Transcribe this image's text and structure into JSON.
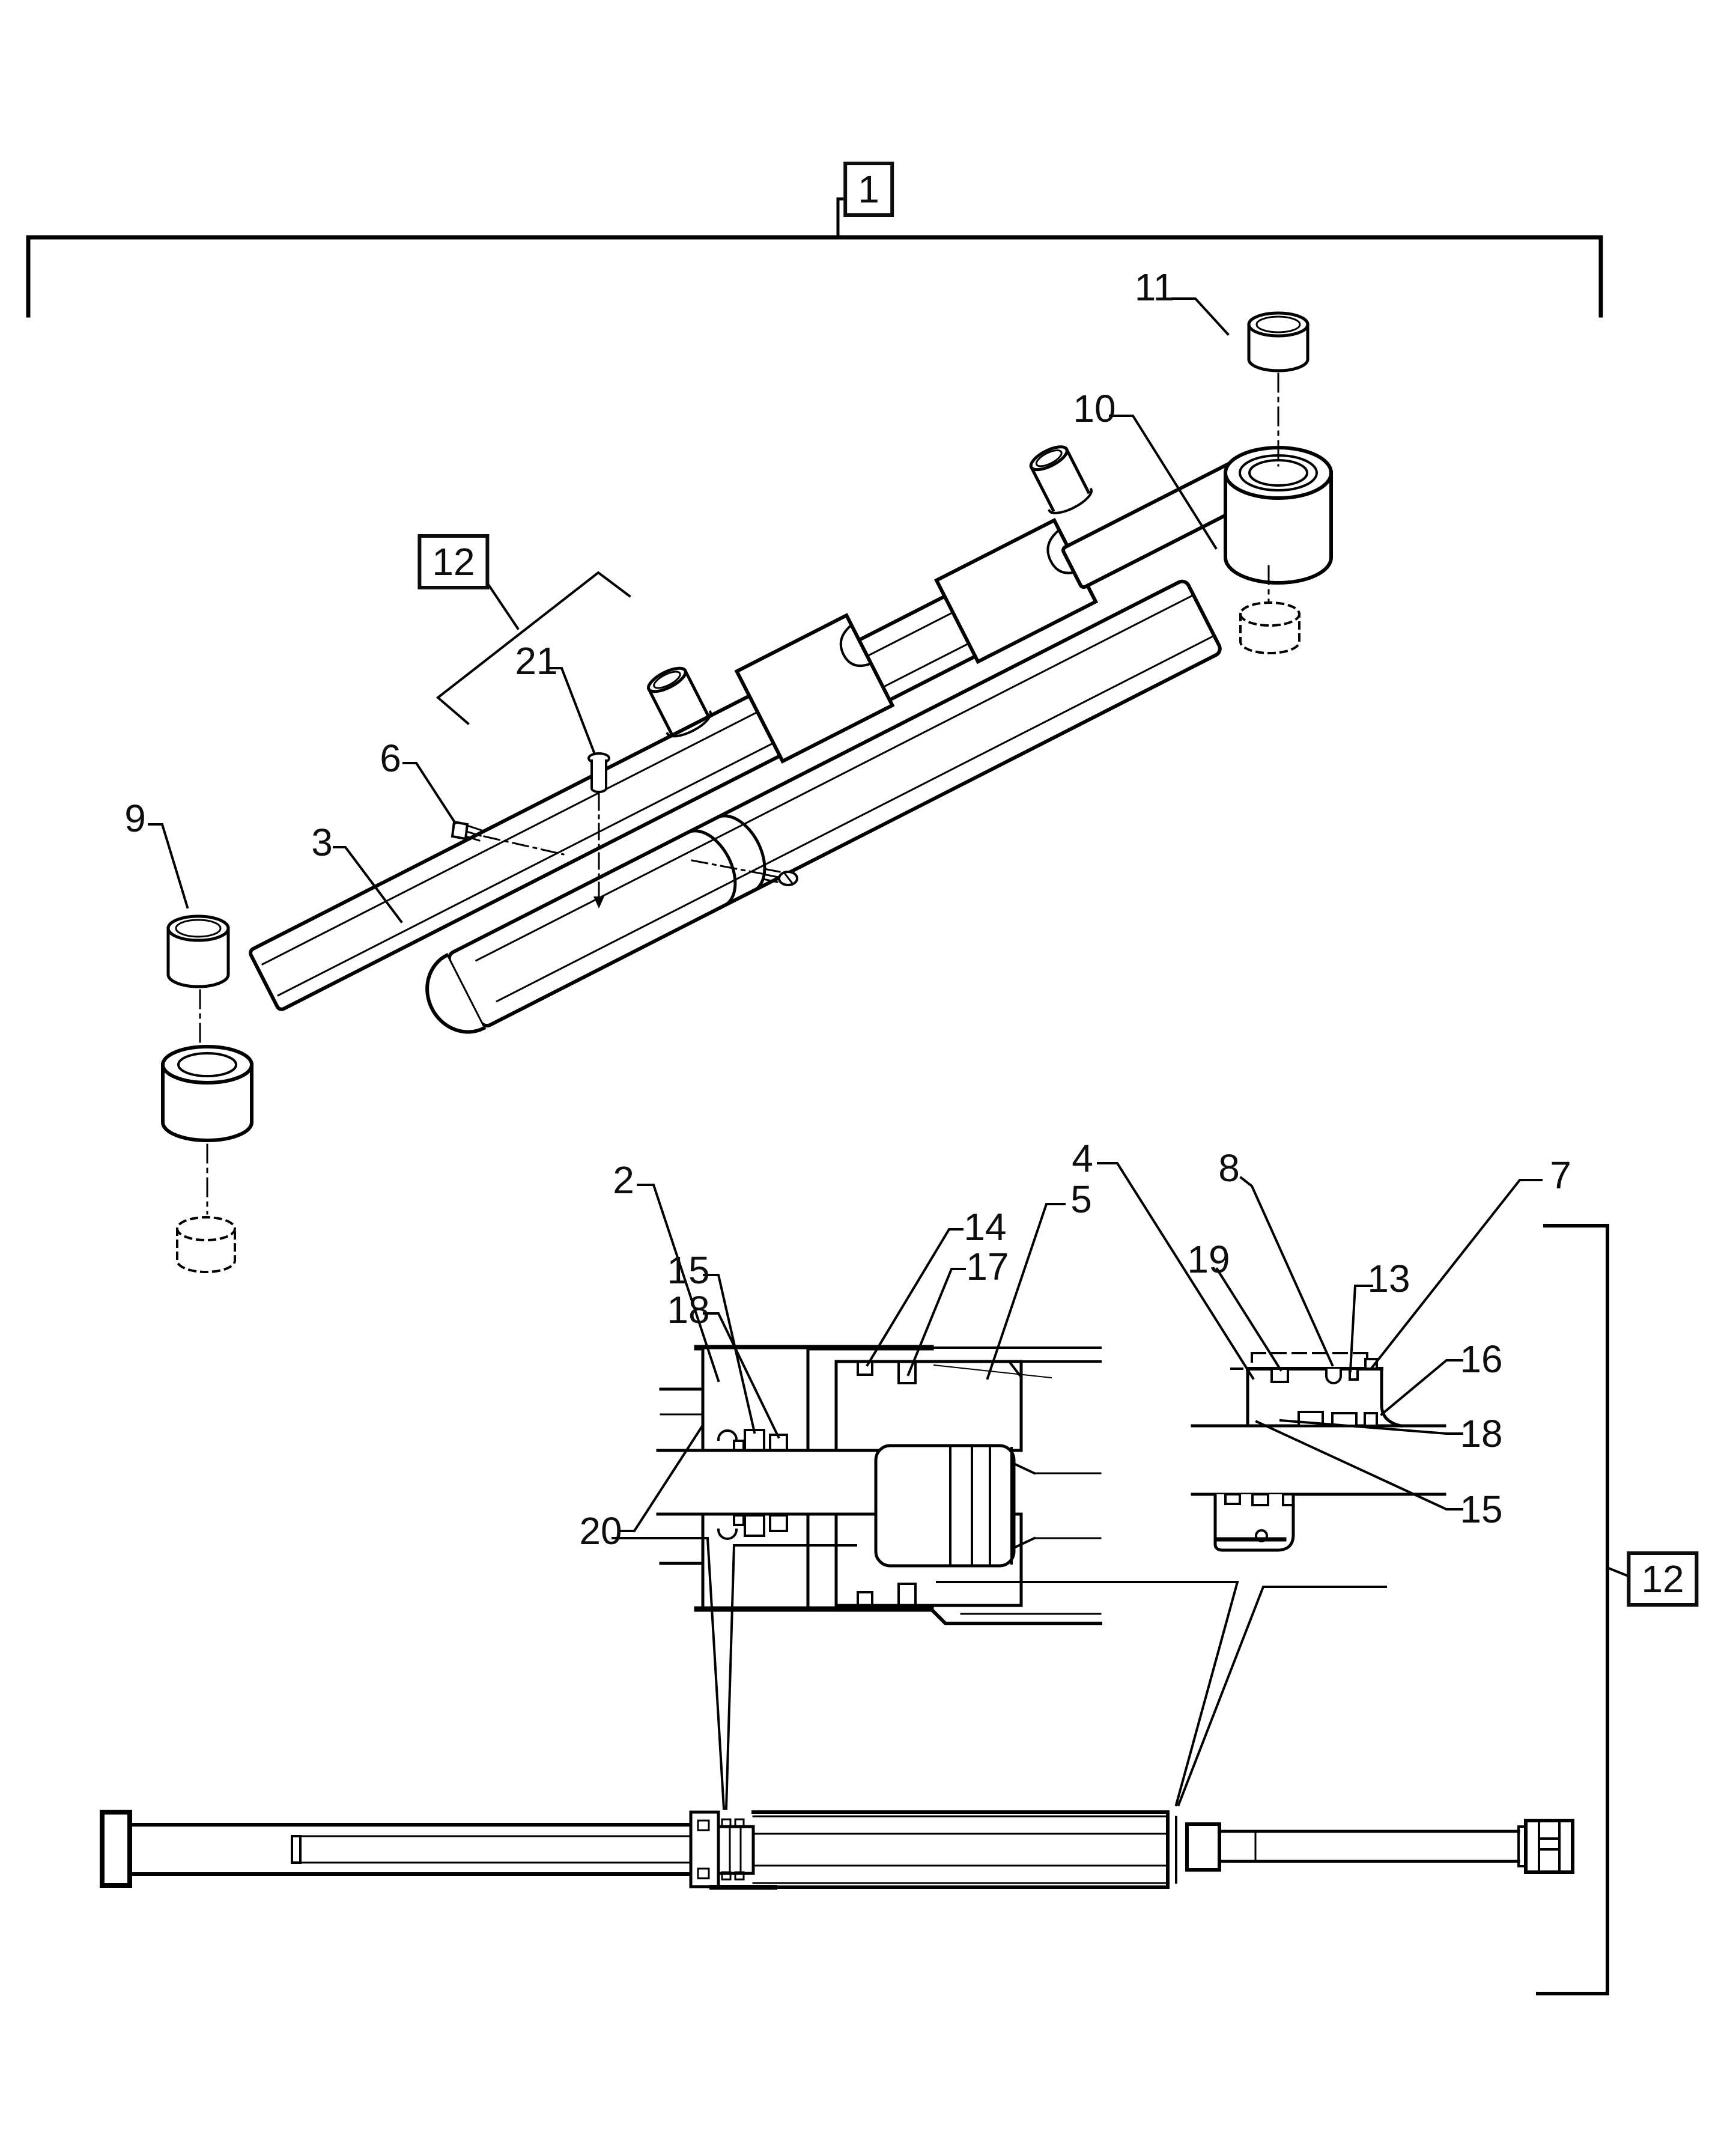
{
  "page": {
    "background": "#ffffff",
    "ink": "#000000"
  },
  "callouts": {
    "c1": {
      "label": "1",
      "boxed": true
    },
    "c2": {
      "label": "2",
      "boxed": false
    },
    "c3": {
      "label": "3",
      "boxed": false
    },
    "c4": {
      "label": "4",
      "boxed": false
    },
    "c5": {
      "label": "5",
      "boxed": false
    },
    "c6": {
      "label": "6",
      "boxed": false
    },
    "c7": {
      "label": "7",
      "boxed": false
    },
    "c8": {
      "label": "8",
      "boxed": false
    },
    "c9": {
      "label": "9",
      "boxed": false
    },
    "c10": {
      "label": "10",
      "boxed": false
    },
    "c11": {
      "label": "11",
      "boxed": false
    },
    "c12_top": {
      "label": "12",
      "boxed": true
    },
    "c12_bottom": {
      "label": "12",
      "boxed": true
    },
    "c13": {
      "label": "13",
      "boxed": false
    },
    "c14": {
      "label": "14",
      "boxed": false
    },
    "c15_left": {
      "label": "15",
      "boxed": false
    },
    "c15_right": {
      "label": "15",
      "boxed": false
    },
    "c16": {
      "label": "16",
      "boxed": false
    },
    "c17": {
      "label": "17",
      "boxed": false
    },
    "c18_left": {
      "label": "18",
      "boxed": false
    },
    "c18_right": {
      "label": "18",
      "boxed": false
    },
    "c19": {
      "label": "19",
      "boxed": false
    },
    "c20": {
      "label": "20",
      "boxed": false
    },
    "c21": {
      "label": "21",
      "boxed": false
    }
  }
}
